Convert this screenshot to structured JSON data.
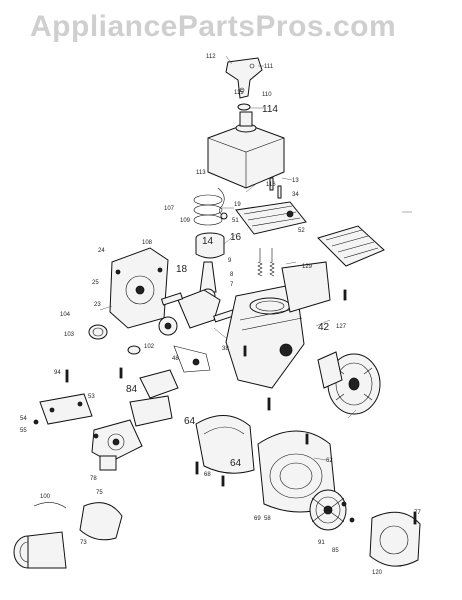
{
  "watermark": "AppliancePartsPros.com",
  "diagram": {
    "callouts": [
      {
        "id": "c-112",
        "text": "112"
      },
      {
        "id": "c-111",
        "text": "111"
      },
      {
        "id": "c-115",
        "text": "115"
      },
      {
        "id": "c-110",
        "text": "110"
      },
      {
        "id": "c-114",
        "text": "114"
      },
      {
        "id": "c-116",
        "text": "116"
      },
      {
        "id": "c-113",
        "text": "113"
      },
      {
        "id": "c-13",
        "text": "13"
      },
      {
        "id": "c-34",
        "text": "34"
      },
      {
        "id": "c-19",
        "text": "19"
      },
      {
        "id": "c-51",
        "text": "51"
      },
      {
        "id": "c-52",
        "text": "52"
      },
      {
        "id": "c-108",
        "text": "108"
      },
      {
        "id": "c-107",
        "text": "107"
      },
      {
        "id": "c-109",
        "text": "109"
      },
      {
        "id": "c-14",
        "text": "14"
      },
      {
        "id": "c-16",
        "text": "16"
      },
      {
        "id": "c-18",
        "text": "18"
      },
      {
        "id": "c-9",
        "text": "9"
      },
      {
        "id": "c-8",
        "text": "8"
      },
      {
        "id": "c-7",
        "text": "7"
      },
      {
        "id": "c-129",
        "text": "129"
      },
      {
        "id": "c-24",
        "text": "24"
      },
      {
        "id": "c-25",
        "text": "25"
      },
      {
        "id": "c-23",
        "text": "23"
      },
      {
        "id": "c-104",
        "text": "104"
      },
      {
        "id": "c-103",
        "text": "103"
      },
      {
        "id": "c-102",
        "text": "102"
      },
      {
        "id": "c-127",
        "text": "127"
      },
      {
        "id": "c-42",
        "text": "42"
      },
      {
        "id": "c-38",
        "text": "38"
      },
      {
        "id": "c-48",
        "text": "48"
      },
      {
        "id": "c-94",
        "text": "94"
      },
      {
        "id": "c-53",
        "text": "53"
      },
      {
        "id": "c-54",
        "text": "54"
      },
      {
        "id": "c-55",
        "text": "55"
      },
      {
        "id": "c-84",
        "text": "84"
      },
      {
        "id": "c-64a",
        "text": "64"
      },
      {
        "id": "c-64b",
        "text": "64"
      },
      {
        "id": "c-68",
        "text": "68"
      },
      {
        "id": "c-69",
        "text": "69"
      },
      {
        "id": "c-58",
        "text": "58"
      },
      {
        "id": "c-62",
        "text": "62"
      },
      {
        "id": "c-78",
        "text": "78"
      },
      {
        "id": "c-75",
        "text": "75"
      },
      {
        "id": "c-100",
        "text": "100"
      },
      {
        "id": "c-73",
        "text": "73"
      },
      {
        "id": "c-120",
        "text": "120"
      },
      {
        "id": "c-91",
        "text": "91"
      },
      {
        "id": "c-85",
        "text": "85"
      },
      {
        "id": "c-77",
        "text": "77"
      }
    ]
  }
}
